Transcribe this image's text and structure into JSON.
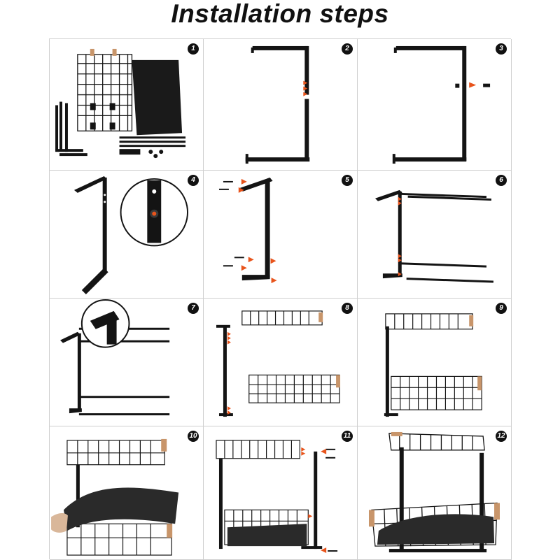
{
  "title": "Installation steps",
  "colors": {
    "frame": "#141414",
    "arrow": "#e8541c",
    "wood": "#c8956a",
    "mat": "#1a1a1a",
    "grid_line": "#cfcfcf"
  },
  "steps": [
    {
      "number": "1",
      "illustration": "parts-layout"
    },
    {
      "number": "2",
      "illustration": "c-frame-side"
    },
    {
      "number": "3",
      "illustration": "c-frame-screw"
    },
    {
      "number": "4",
      "illustration": "side-post-detail"
    },
    {
      "number": "5",
      "illustration": "insert-screws"
    },
    {
      "number": "6",
      "illustration": "attach-rods"
    },
    {
      "number": "7",
      "illustration": "rods-with-detail"
    },
    {
      "number": "8",
      "illustration": "add-baskets"
    },
    {
      "number": "9",
      "illustration": "baskets-mounted"
    },
    {
      "number": "10",
      "illustration": "insert-mat"
    },
    {
      "number": "11",
      "illustration": "attach-second-side"
    },
    {
      "number": "12",
      "illustration": "finished-rack"
    }
  ]
}
